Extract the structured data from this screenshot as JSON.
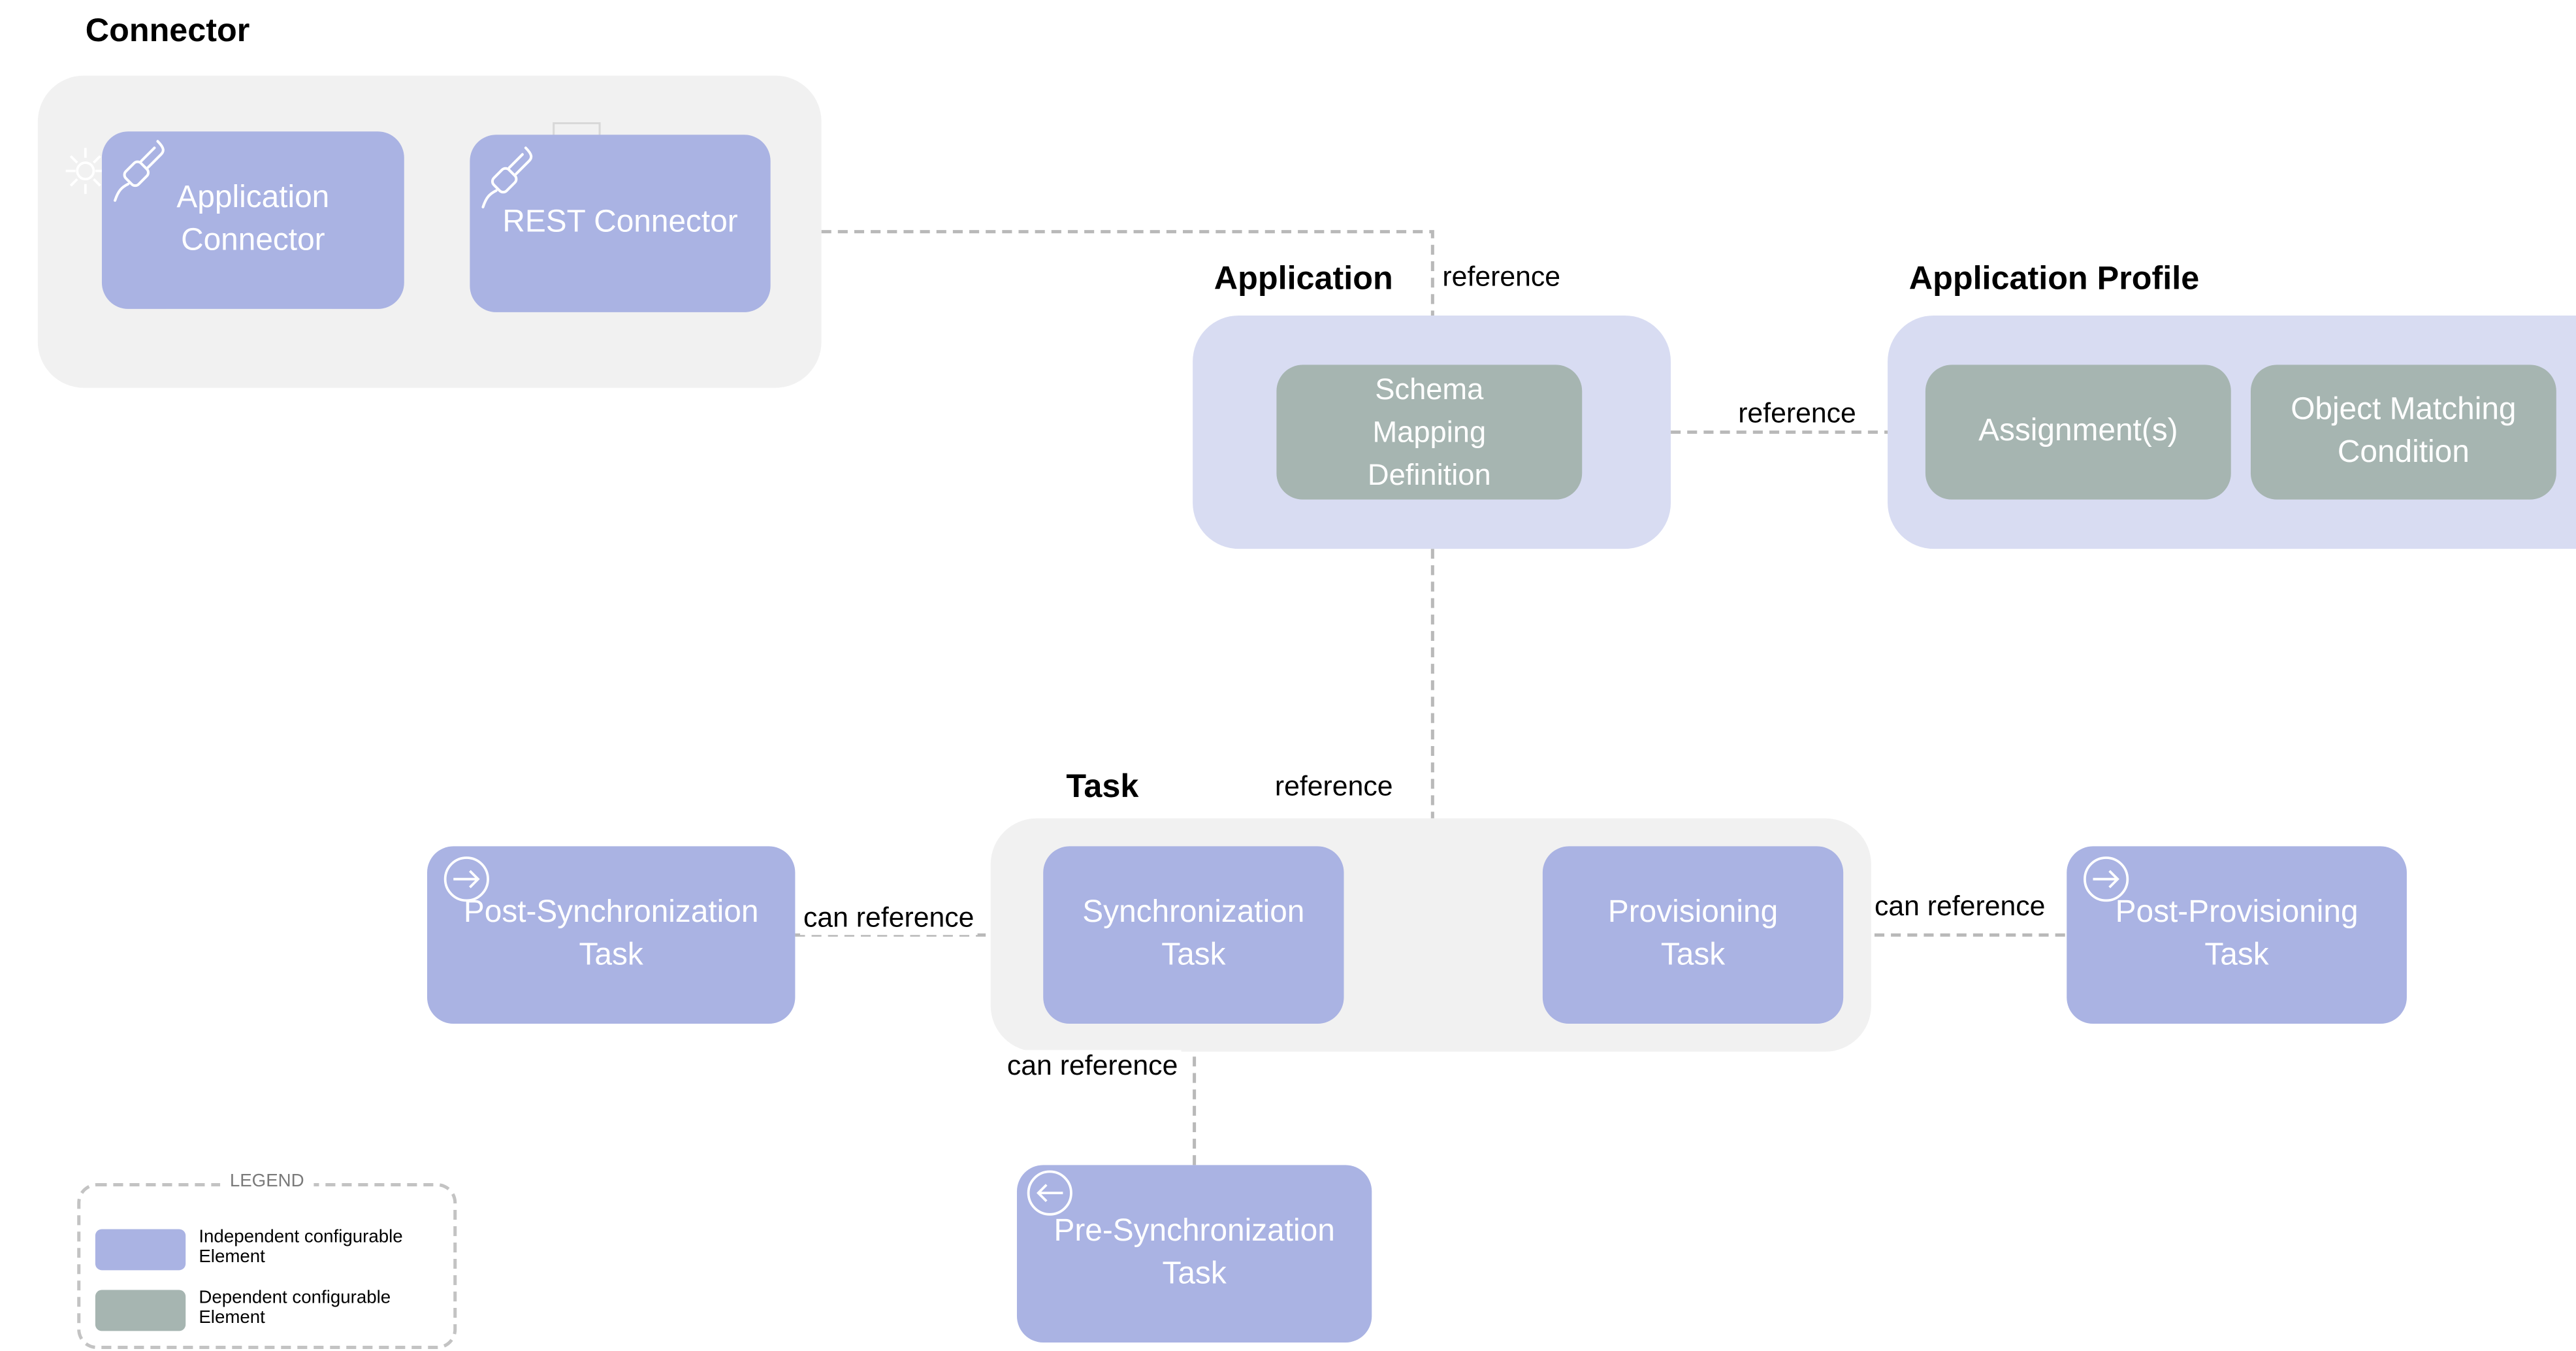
{
  "groups": {
    "connector_title": "Connector",
    "application_title": "Application",
    "application_profile_title": "Application Profile",
    "task_title": "Task"
  },
  "nodes": {
    "application_connector": "Application\nConnector",
    "rest_connector": "REST Connector",
    "schema_mapping": "Schema\nMapping\nDefinition",
    "assignments": "Assignment(s)",
    "object_matching": "Object Matching\nCondition",
    "synchronization_task": "Synchronization\nTask",
    "provisioning_task": "Provisioning\nTask",
    "post_sync_task": "Post-Synchronization\nTask",
    "post_prov_task": "Post-Provisioning\nTask",
    "pre_sync_task": "Pre-Synchronization\nTask"
  },
  "edges": {
    "connector_application": "reference",
    "application_profile": "reference",
    "application_task": "reference",
    "sync_post_sync": "can reference",
    "prov_post_prov": "can reference",
    "sync_pre_sync": "can reference"
  },
  "legend": {
    "title": "LEGEND",
    "independent": "Independent configurable\nElement",
    "dependent": "Dependent configurable\nElement"
  },
  "icons": [
    "plug-icon",
    "arrow-right-circle-icon",
    "arrow-left-circle-icon"
  ],
  "colors": {
    "independent": "#aab3e3",
    "dependent": "#a6b5b1",
    "group_background": "#f1f1f1",
    "application_group_background": "#d8dcf2"
  }
}
